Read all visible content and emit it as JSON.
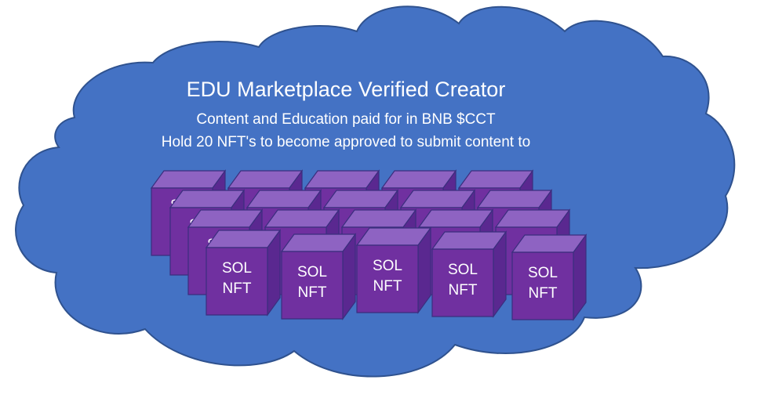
{
  "cloud": {
    "fill": "#4472C4",
    "stroke": "#2F528F"
  },
  "heading": {
    "title": "EDU Marketplace Verified Creator",
    "line1": "Content and Education paid for in BNB $CCT",
    "line2": "Hold 20 NFT's to become approved to submit content to"
  },
  "cube_style": {
    "front": "#7030A0",
    "top": "#8E63C2",
    "side": "#5A2890",
    "edge": "#3B2E7E"
  },
  "cubes": {
    "line1": "SOL",
    "line2": "NFT",
    "visible_labels": [
      {
        "line1": "SOL",
        "line2": "NFT"
      },
      {
        "line1": "SOL",
        "line2": "NFT"
      },
      {
        "line1": "SOL",
        "line2": "NFT"
      },
      {
        "line1": "SOL",
        "line2": "NFT"
      },
      {
        "line1": "SOL",
        "line2": "NFT"
      }
    ],
    "partial_label_letter": "S"
  }
}
